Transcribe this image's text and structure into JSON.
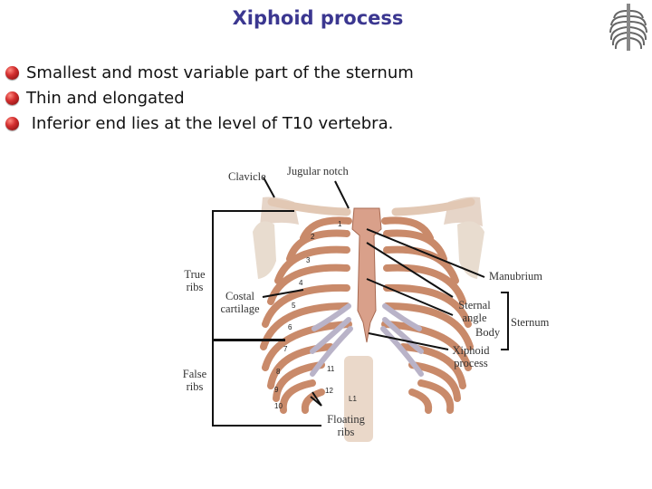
{
  "title": "Xiphoid process",
  "bullets": [
    "Smallest and most variable part of the sternum",
    "Thin and elongated",
    " Inferior end lies at the level of T10 vertebra."
  ],
  "figure": {
    "labels": {
      "clavicle": "Clavicle",
      "jugular_notch": "Jugular notch",
      "true_ribs": "True ribs",
      "costal_cartilage": "Costal cartilage",
      "false_ribs": "False ribs",
      "floating_ribs": "Floating ribs",
      "manubrium": "Manubrium",
      "sternal_angle": "Sternal angle",
      "body": "Body",
      "sternum": "Sternum",
      "xiphoid_process": "Xiphoid process"
    },
    "rib_numbers": [
      "1",
      "2",
      "3",
      "4",
      "5",
      "6",
      "7",
      "8",
      "9",
      "10",
      "11",
      "12"
    ],
    "vertebra_label": "L1"
  },
  "colors": {
    "title": "#3b3790",
    "bullet": "#d32f2f",
    "bone": "#c98a6a",
    "cartilage": "#b9b3c8",
    "sternum": "#d9a08a"
  }
}
